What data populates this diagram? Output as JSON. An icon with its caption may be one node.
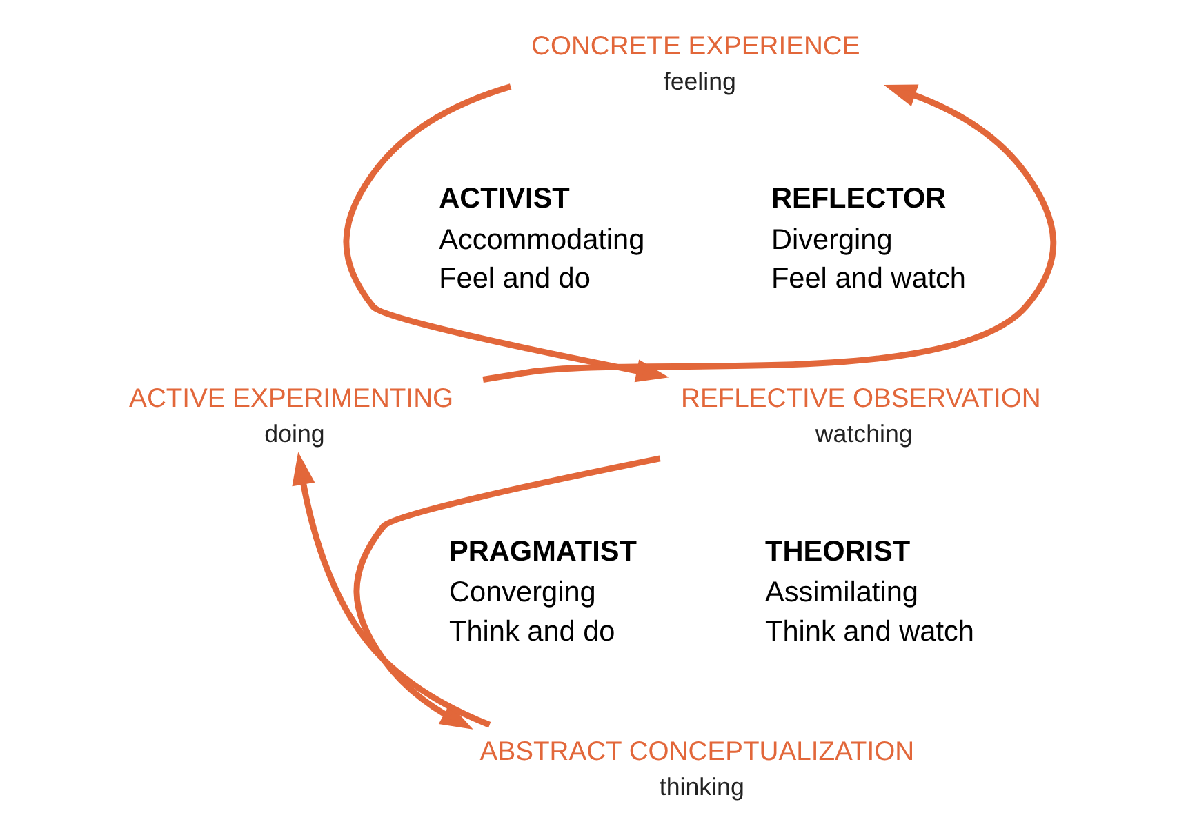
{
  "diagram": {
    "nodes": [
      {
        "text": [
          "CONCRETE EXPERIENCE",
          "feeling"
        ]
      },
      {
        "text": [
          "REFLECTIVE OBSERVATION",
          "watching"
        ]
      },
      {
        "text": [
          "ABSTRACT CONCEPTUALIZATION",
          "thinking"
        ]
      },
      {
        "text": [
          "ACTIVE EXPERIMENTING",
          "doing"
        ]
      }
    ],
    "edges": [
      {
        "from": 0,
        "to": 1,
        "arrow": "to"
      },
      {
        "from": 1,
        "to": 2,
        "arrow": "to"
      },
      {
        "from": 2,
        "to": 3,
        "arrow": "to"
      },
      {
        "from": 3,
        "to": 0,
        "arrow": "to"
      }
    ],
    "labels": [
      "ACTIVIST",
      "Accommodating",
      "Feel and do",
      "REFLECTOR",
      "Diverging",
      "Feel and watch",
      "PRAGMATIST",
      "Converging",
      "Think and do",
      "THEORIST",
      "Assimilating",
      "Think and watch"
    ]
  }
}
